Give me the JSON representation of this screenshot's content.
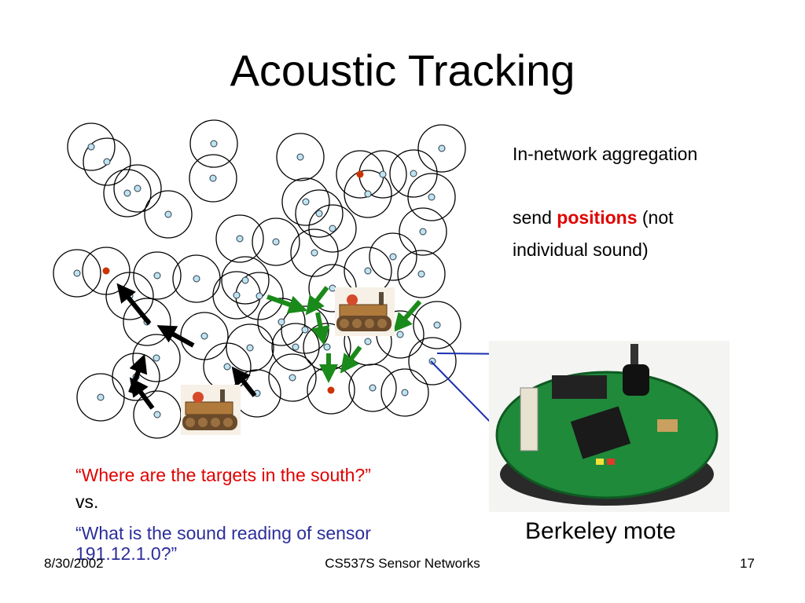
{
  "slide": {
    "title": "Acoustic Tracking",
    "note_line1": "In-network aggregation",
    "note_send": "send ",
    "note_positions": "positions",
    "note_not": " (not",
    "note_line3": "individual sound)",
    "query_south": "“Where are the targets in the south?”",
    "query_vs": "vs.",
    "query_sensor": "“What is the sound reading of sensor 191.12.1.0?”",
    "mote_label": "Berkeley mote",
    "footer_date": "8/30/2002",
    "footer_course": "CS537S Sensor Networks",
    "footer_page": "17"
  },
  "colors": {
    "highlight": "#e00000",
    "query_blue": "#2c2e9b",
    "arrow_green": "#1a8a1a",
    "node_fill": "#bfe3f0",
    "active_node": "#cc3300",
    "connector_blue": "#1a2fb0"
  },
  "icons": {
    "node": "sensor-node-icon",
    "tank": "tank-icon",
    "mote": "berkeley-mote-photo"
  }
}
